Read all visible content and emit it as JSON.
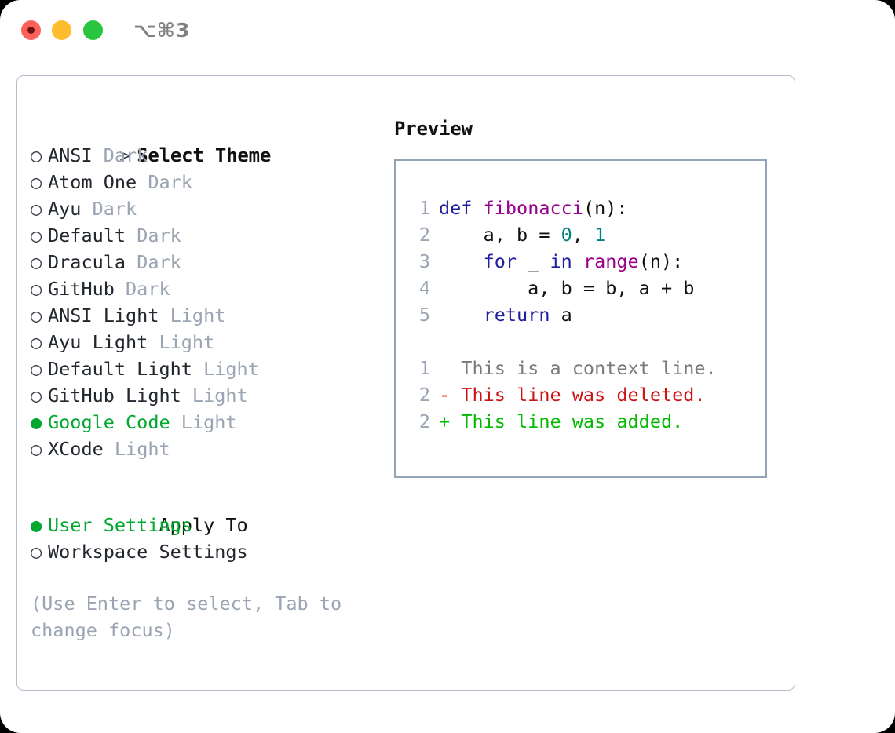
{
  "titlebar": {
    "shortcut": "⌥⌘3",
    "buttons": {
      "close": "close-window",
      "minimize": "minimize-window",
      "maximize": "maximize-window"
    }
  },
  "theme_panel": {
    "header": "Select Theme",
    "prompt": "> ",
    "bullet_empty": "○ ",
    "bullet_filled": "● ",
    "items": [
      {
        "name": "ANSI",
        "kind": "Dark",
        "selected": false
      },
      {
        "name": "Atom One",
        "kind": "Dark",
        "selected": false
      },
      {
        "name": "Ayu",
        "kind": "Dark",
        "selected": false
      },
      {
        "name": "Default",
        "kind": "Dark",
        "selected": false
      },
      {
        "name": "Dracula",
        "kind": "Dark",
        "selected": false
      },
      {
        "name": "GitHub",
        "kind": "Dark",
        "selected": false
      },
      {
        "name": "ANSI Light",
        "kind": "Light",
        "selected": false
      },
      {
        "name": "Ayu Light",
        "kind": "Light",
        "selected": false
      },
      {
        "name": "Default Light",
        "kind": "Light",
        "selected": false
      },
      {
        "name": "GitHub Light",
        "kind": "Light",
        "selected": false
      },
      {
        "name": "Google Code",
        "kind": "Light",
        "selected": true
      },
      {
        "name": "XCode",
        "kind": "Light",
        "selected": false
      }
    ]
  },
  "apply_to": {
    "header": "Apply To",
    "options": [
      {
        "label": "User Settings",
        "selected": true
      },
      {
        "label": "Workspace Settings",
        "selected": false
      }
    ]
  },
  "hint": "(Use Enter to select, Tab to change focus)",
  "preview": {
    "header": "Preview",
    "code_lines": [
      {
        "num": "1",
        "tokens": [
          {
            "t": "def",
            "c": "tok-kw"
          },
          {
            "t": " ",
            "c": "tok-pln"
          },
          {
            "t": "fibonacci",
            "c": "tok-fn"
          },
          {
            "t": "(n):",
            "c": "tok-pln"
          }
        ]
      },
      {
        "num": "2",
        "tokens": [
          {
            "t": "    a, b = ",
            "c": "tok-pln"
          },
          {
            "t": "0",
            "c": "tok-num"
          },
          {
            "t": ", ",
            "c": "tok-pln"
          },
          {
            "t": "1",
            "c": "tok-num"
          }
        ]
      },
      {
        "num": "3",
        "tokens": [
          {
            "t": "    ",
            "c": "tok-pln"
          },
          {
            "t": "for",
            "c": "tok-kw"
          },
          {
            "t": " _ ",
            "c": "tok-pln"
          },
          {
            "t": "in",
            "c": "tok-kw"
          },
          {
            "t": " ",
            "c": "tok-pln"
          },
          {
            "t": "range",
            "c": "tok-fn"
          },
          {
            "t": "(n):",
            "c": "tok-pln"
          }
        ]
      },
      {
        "num": "4",
        "tokens": [
          {
            "t": "        a, b = b, a + b",
            "c": "tok-pln"
          }
        ]
      },
      {
        "num": "5",
        "tokens": [
          {
            "t": "    ",
            "c": "tok-pln"
          },
          {
            "t": "return",
            "c": "tok-kw"
          },
          {
            "t": " a",
            "c": "tok-pln"
          }
        ]
      }
    ],
    "diff_lines": [
      {
        "num": "1",
        "marker": "  ",
        "text": "This is a context line.",
        "c": "tok-ctx"
      },
      {
        "num": "2",
        "marker": "- ",
        "text": "This line was deleted.",
        "c": "tok-del"
      },
      {
        "num": "2",
        "marker": "+ ",
        "text": "This line was added.",
        "c": "tok-add"
      }
    ]
  },
  "colors": {
    "accent_green": "#00a82d",
    "muted": "#9aa4b2",
    "border": "#94a3b8",
    "panel_border": "#b3bcca",
    "keyword": "#1f1f9e",
    "function": "#99008c",
    "number": "#00807e",
    "diff_deleted": "#cc1414",
    "diff_added": "#00bb00",
    "traffic_red": "#fd6159",
    "traffic_yellow": "#febc2e",
    "traffic_green": "#2ac53e"
  }
}
